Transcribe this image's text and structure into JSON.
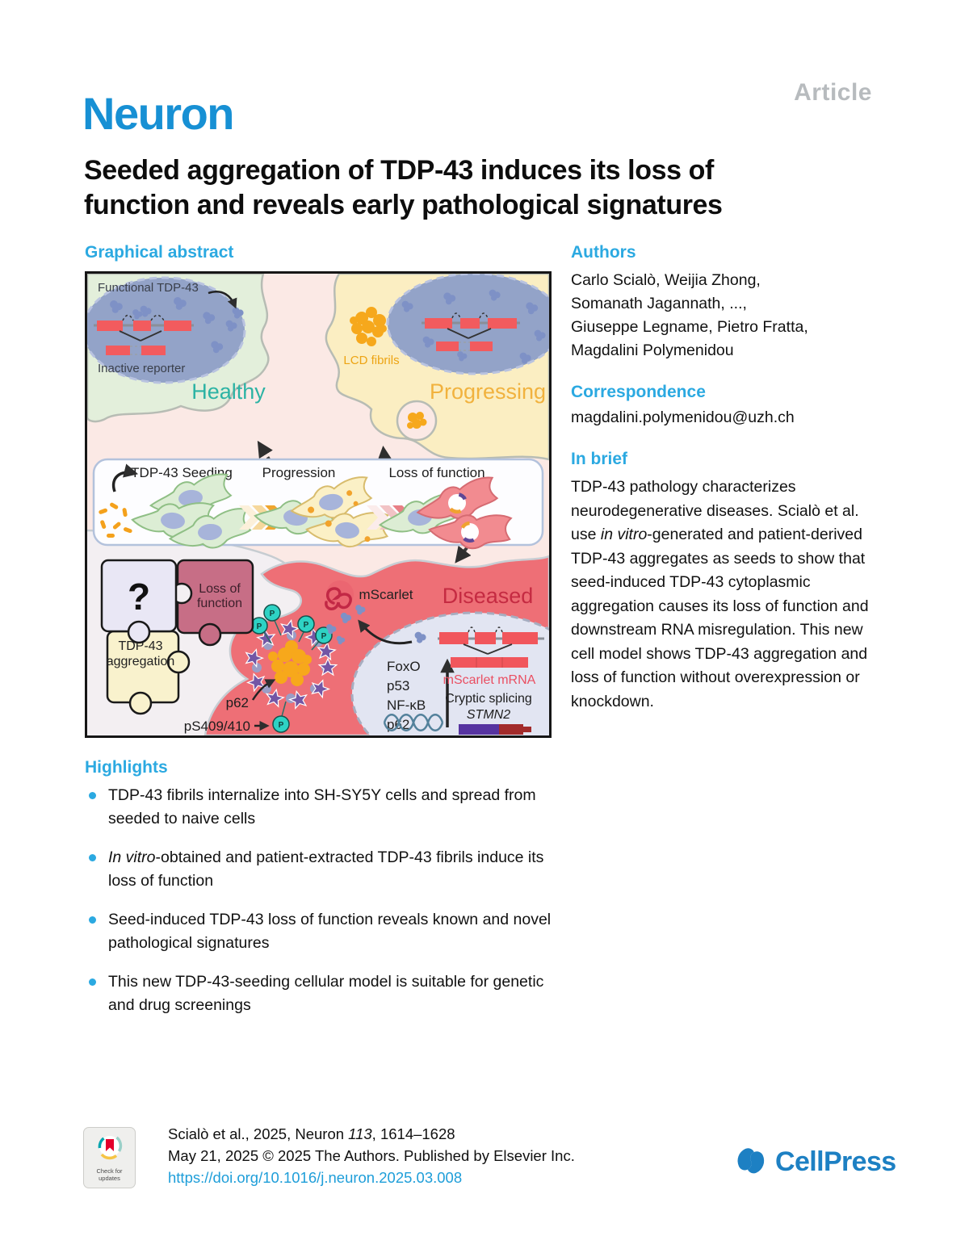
{
  "header": {
    "article_label": "Article",
    "journal": "Neuron",
    "title_line1": "Seeded aggregation of TDP-43 induces its loss of",
    "title_line2": "function and reveals early pathological signatures"
  },
  "left": {
    "graphical_abstract_heading": "Graphical abstract",
    "abstract": {
      "functional_tdp43": "Functional  TDP-43",
      "inactive_reporter": "Inactive reporter",
      "healthy": "Healthy",
      "lcd_fibrils": "LCD fibrils",
      "progressing": "Progressing",
      "seeding": "TDP-43 Seeding",
      "progression": "Progression",
      "loss_of_function": "Loss of function",
      "puzzle_question": "?",
      "puzzle_loss_1": "Loss of",
      "puzzle_loss_2": "function",
      "puzzle_agg_1": "TDP-43",
      "puzzle_agg_2": "aggregation",
      "mscarlet": "mScarlet",
      "diseased": "Diseased",
      "p62": "p62",
      "ps409_410": "pS409/410",
      "nuc_foxo": "FoxO",
      "nuc_p53": "p53",
      "nuc_nfkb": "NF-κB",
      "nuc_p62": "p62",
      "mscarlet_mrna": "mScarlet mRNA",
      "cryptic_splicing": "Cryptic splicing",
      "stmn2": "STMN2"
    }
  },
  "right": {
    "authors_heading": "Authors",
    "authors": [
      "Carlo Scialò, Weijia Zhong,",
      "Somanath Jagannath, ...,",
      "Giuseppe Legname, Pietro Fratta,",
      "Magdalini Polymenidou"
    ],
    "correspondence_heading": "Correspondence",
    "email": "magdalini.polymenidou@uzh.ch",
    "in_brief_heading": "In brief",
    "in_brief": {
      "part1": "TDP-43 pathology characterizes neurodegenerative diseases. Scialò et al. use ",
      "italic": "in vitro",
      "part2": "-generated and patient-derived TDP-43 aggregates as seeds to show that seed-induced TDP-43 cytoplasmic aggregation causes its loss of function and downstream RNA misregulation. This new cell model shows TDP-43 aggregation and loss of function without overexpression or knockdown."
    }
  },
  "highlights": {
    "heading": "Highlights",
    "items": [
      {
        "lead_italic": "",
        "text": "TDP-43 fibrils internalize into SH-SY5Y cells and spread from seeded to naive cells"
      },
      {
        "lead_italic": "In vitro",
        "text": "-obtained and patient-extracted TDP-43 fibrils induce its loss of function"
      },
      {
        "lead_italic": "",
        "text": "Seed-induced TDP-43 loss of function reveals known and novel pathological signatures"
      },
      {
        "lead_italic": "",
        "text": "This new TDP-43-seeding cellular model is suitable for genetic and drug screenings"
      }
    ]
  },
  "footer": {
    "badge_line1": "Check for",
    "badge_line2": "updates",
    "cite_pre": "Scialò et al., 2025, Neuron ",
    "cite_vol": "113",
    "cite_post": ", 1614–1628",
    "cite_line2": "May 21, 2025 © 2025 The Authors. Published by Elsevier Inc.",
    "doi": "https://doi.org/10.1016/j.neuron.2025.03.008",
    "publisher": "CellPress"
  },
  "colors": {
    "heading_blue": "#2ba9e1",
    "journal_blue": "#1790d4",
    "link_blue": "#1e9ed9",
    "cellpress_blue": "#1d80c3",
    "article_gray": "#b7bbbe",
    "healthy_teal": "#2cb3a4",
    "progressing_yellow": "#f1b23e",
    "diseased_red": "#c52b42",
    "exon_red": "#f25b5e",
    "fibril_orange": "#f6a81c",
    "phospho_teal": "#2ed2c4",
    "star_purple": "#7356a5"
  }
}
